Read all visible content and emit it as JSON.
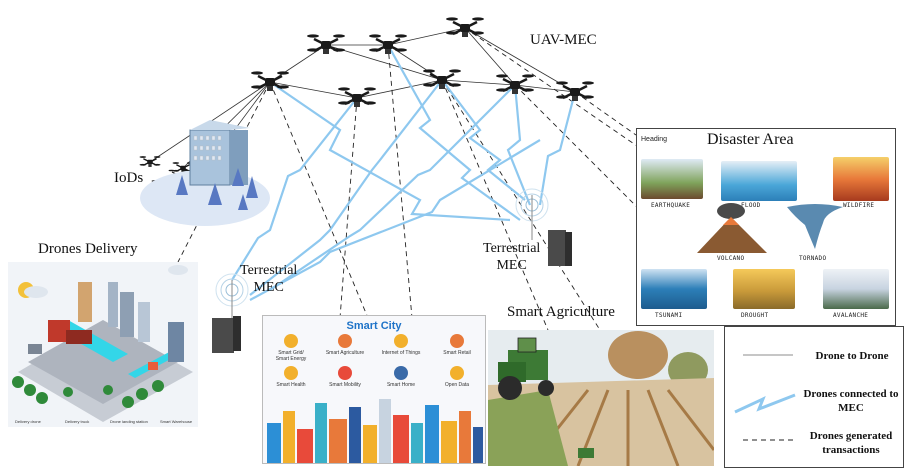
{
  "labels": {
    "uav_mec": "UAV-MEC",
    "iods": "IoDs",
    "drones_delivery": "Drones Delivery",
    "terrestrial_mec_left_line1": "Terrestrial",
    "terrestrial_mec_left_line2": "MEC",
    "terrestrial_mec_right_line1": "Terrestrial",
    "terrestrial_mec_right_line2": "MEC",
    "smart_agriculture": "Smart Agriculture"
  },
  "disaster_panel": {
    "heading_tag": "Heading",
    "title": "Disaster Area",
    "captions": [
      "EARTHQUAKE",
      "FLOOD",
      "WILDFIRE",
      "VOLCANO",
      "TORNADO",
      "TSUNAMI",
      "DROUGHT",
      "AVALANCHE"
    ]
  },
  "smart_city": {
    "title": "Smart City",
    "row1": [
      "Smart Grid/ Smart Energy",
      "Smart Agriculture",
      "Internet of Things",
      "Smart Retail"
    ],
    "row2": [
      "Smart Health",
      "Smart Mobility",
      "Smart Home",
      "Open Data"
    ]
  },
  "delivery_legend": [
    "Delivery drone",
    "Delivery truck",
    "Drone landing station",
    "Smart Warehouse"
  ],
  "legend": {
    "drone_to_drone": "Drone to Drone",
    "drones_connected_line1": "Drones connected to",
    "drones_connected_line2": "MEC",
    "drones_generated_line1": "Drones generated",
    "drones_generated_line2": "transactions"
  },
  "colors": {
    "wireless": "#8ec8ef",
    "tower": "#555555",
    "drone": "#1a1a1a",
    "panel_border": "#444444"
  }
}
